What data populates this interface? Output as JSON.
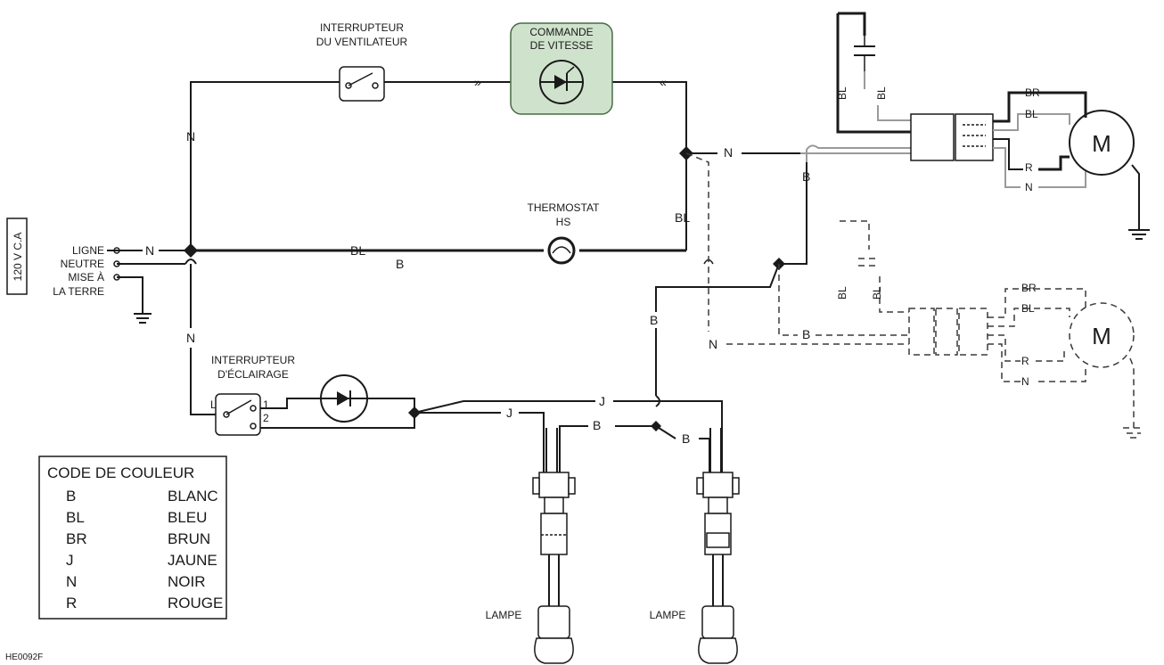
{
  "labels": {
    "fan_switch_1": "INTERRUPTEUR",
    "fan_switch_2": "DU VENTILATEUR",
    "speed_control_1": "COMMANDE",
    "speed_control_2": "DE VITESSE",
    "thermostat_1": "THERMOSTAT",
    "thermostat_2": "HS",
    "line": "LIGNE",
    "neutral": "NEUTRE",
    "ground_1": "MISE À",
    "ground_2": "LA TERRE",
    "supply": "120 V C.A",
    "light_switch_1": "INTERRUPTEUR",
    "light_switch_2": "D'ÉCLAIRAGE",
    "lamp_left": "LAMPE",
    "lamp_right": "LAMPE",
    "motor_main": "M",
    "motor_alt": "M",
    "figure_id": "HE0092F",
    "switch_L": "L",
    "switch_1": "1",
    "switch_2": "2"
  },
  "wires": {
    "n_vertical": "N",
    "n_line": "N",
    "bl_line": "BL",
    "b_line": "B",
    "bl_vertical": "BL",
    "n_motor": "N",
    "b_motor": "B",
    "bl_cap_1": "BL",
    "bl_cap_2": "BL",
    "br_motor": "BR",
    "bl_motor": "BL",
    "r_motor": "R",
    "n_motor_2": "N",
    "n_lower": "N",
    "b_vertical": "B",
    "bl_cap_alt_1": "BL",
    "bl_cap_alt_2": "BL",
    "br_alt": "BR",
    "bl_alt": "BL",
    "r_alt": "R",
    "n_alt": "N",
    "n_dashed": "N",
    "b_dashed": "B",
    "j_upper": "J",
    "j_lower": "J",
    "b_lamp_1": "B",
    "b_lamp_2": "B"
  },
  "legend": {
    "title": "CODE DE COULEUR",
    "rows": [
      {
        "code": "B",
        "name": "BLANC"
      },
      {
        "code": "BL",
        "name": "BLEU"
      },
      {
        "code": "BR",
        "name": "BRUN"
      },
      {
        "code": "J",
        "name": "JAUNE"
      },
      {
        "code": "N",
        "name": "NOIR"
      },
      {
        "code": "R",
        "name": "ROUGE"
      }
    ]
  },
  "colors": {
    "speed_control_fill": "#cfe3cc",
    "speed_control_stroke": "#4a6b46"
  }
}
